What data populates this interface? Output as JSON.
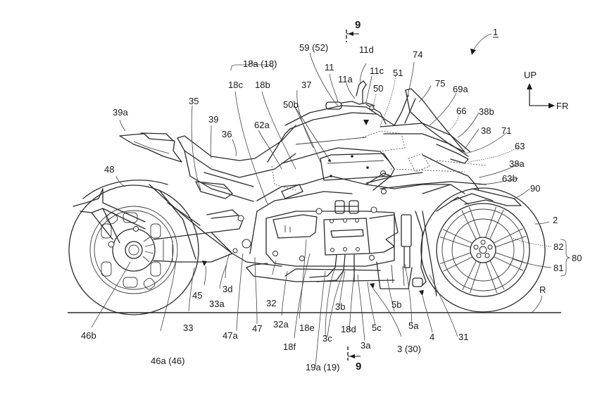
{
  "figure": {
    "title": "Motorcycle side view — patent drawing",
    "reference_numeral": "1",
    "section_mark": "9",
    "direction_axes": {
      "up": "UP",
      "forward": "FR"
    },
    "ground_label": "R"
  },
  "labels": {
    "l_59_52": "59 (52)",
    "l_11d": "11d",
    "l_11": "11",
    "l_11a": "11a",
    "l_11c": "11c",
    "l_50": "50",
    "l_51": "51",
    "l_74": "74",
    "l_75": "75",
    "l_69a": "69a",
    "l_66": "66",
    "l_38b": "38b",
    "l_38": "38",
    "l_71": "71",
    "l_63": "63",
    "l_38a": "38a",
    "l_63b": "63b",
    "l_90": "90",
    "l_2": "2",
    "l_82": "82",
    "l_81": "81",
    "l_80": "80",
    "l_18a_18": "18a (18)",
    "l_18c": "18c",
    "l_18b": "18b",
    "l_37": "37",
    "l_50b": "50b",
    "l_35": "35",
    "l_39": "39",
    "l_36": "36",
    "l_62a": "62a",
    "l_39a": "39a",
    "l_48": "48",
    "l_46b": "46b",
    "l_46a_46": "46a (46)",
    "l_45": "45",
    "l_33": "33",
    "l_33a": "33a",
    "l_3d": "3d",
    "l_47a": "47a",
    "l_47": "47",
    "l_32": "32",
    "l_32a": "32a",
    "l_18f": "18f",
    "l_18e": "18e",
    "l_19a_19": "19a (19)",
    "l_3c": "3c",
    "l_3b": "3b",
    "l_18d": "18d",
    "l_3a": "3a",
    "l_5c": "5c",
    "l_3_30": "3 (30)",
    "l_5b": "5b",
    "l_5a": "5a",
    "l_4": "4",
    "l_31": "31"
  }
}
